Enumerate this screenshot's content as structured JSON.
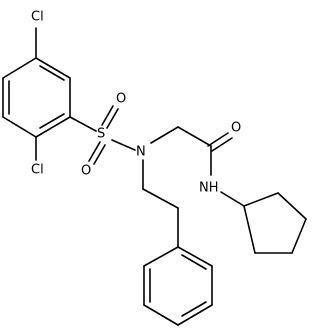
{
  "atoms": {
    "cl_top": "Cl",
    "cl_bottom": "Cl",
    "sulfur": "S",
    "oxygen_top": "O",
    "oxygen_bottom": "O",
    "nitrogen": "N",
    "carbonyl_oxygen": "O",
    "amide_nh": "NH"
  }
}
